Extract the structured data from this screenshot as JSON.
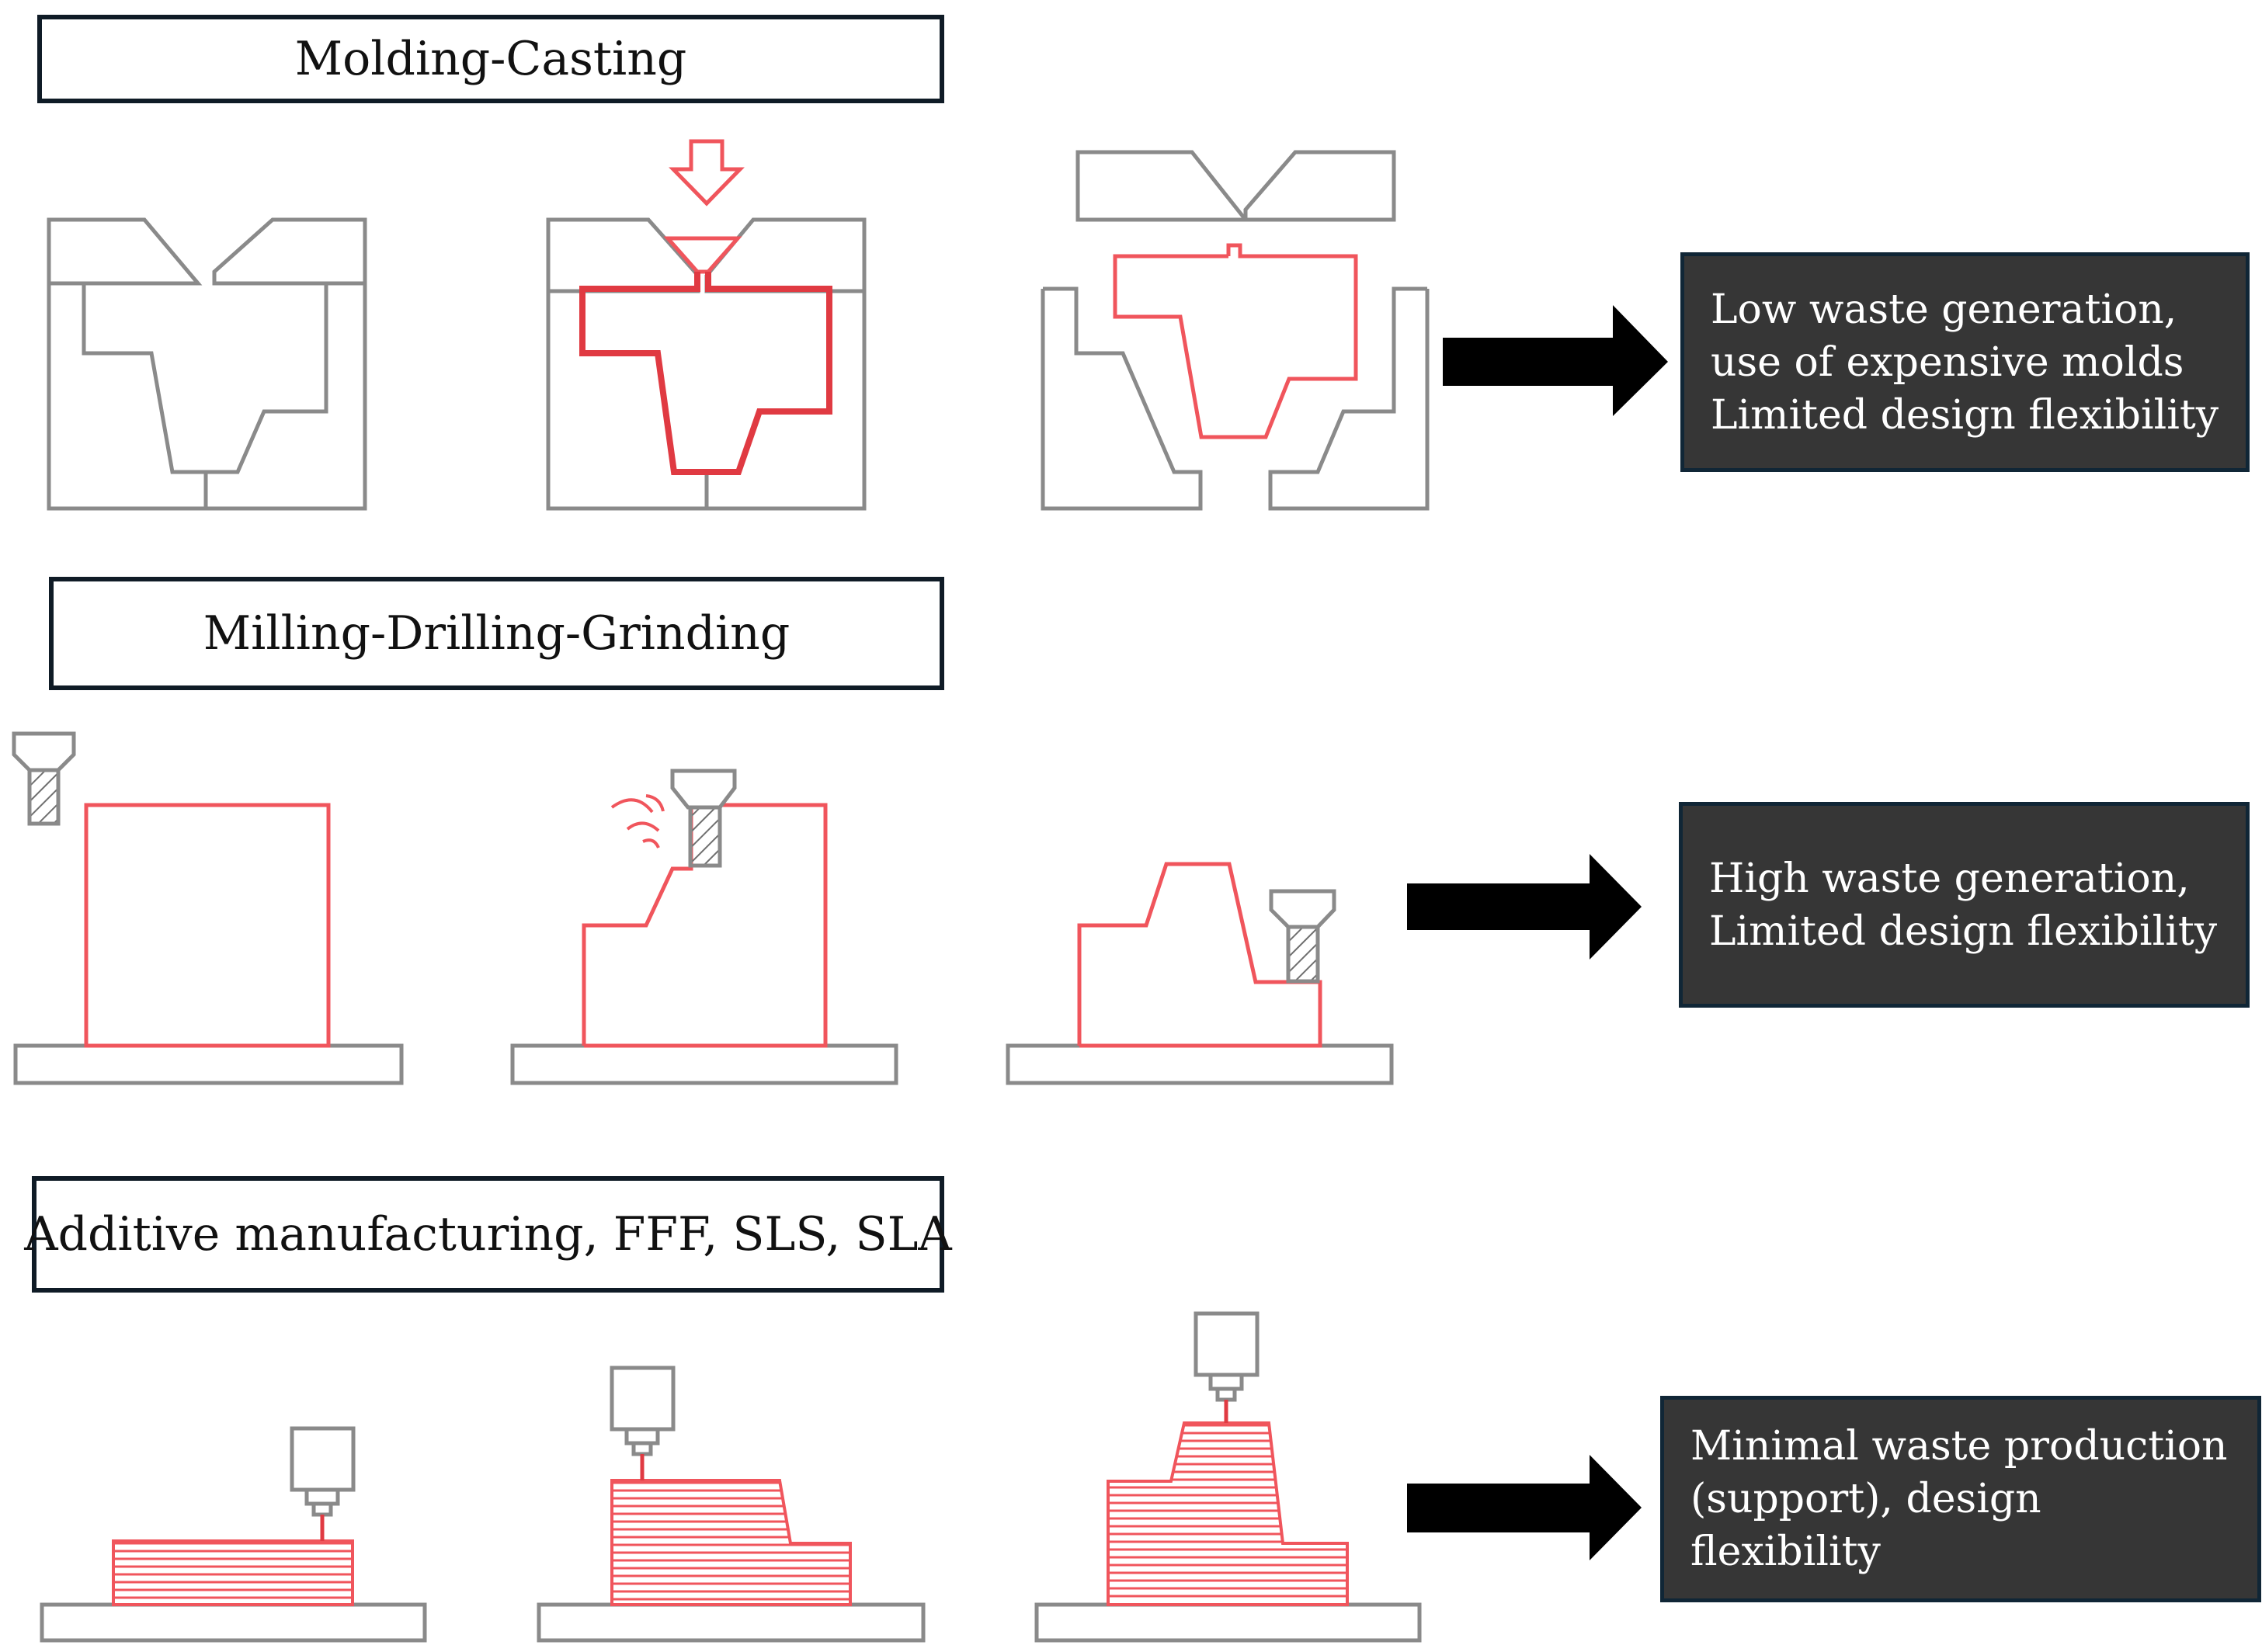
{
  "sections": [
    {
      "id": "molding",
      "title": "Molding-Casting",
      "result_lines": [
        "Low waste generation,",
        "use of expensive molds",
        "Limited design flexibility"
      ]
    },
    {
      "id": "milling",
      "title": "Milling-Drilling-Grinding",
      "result_lines": [
        "High waste generation,",
        "Limited design flexibility"
      ]
    },
    {
      "id": "additive",
      "title": "Additive manufacturing, FFF, SLS, SLA",
      "result_lines": [
        "Minimal waste production",
        "(support), design",
        "flexibility"
      ]
    }
  ],
  "colors": {
    "outline_gray": "#8a8a8a",
    "part_red": "#f0555c",
    "arrow_black": "#000000",
    "result_bg": "#363636",
    "title_border": "#0f1b26"
  }
}
